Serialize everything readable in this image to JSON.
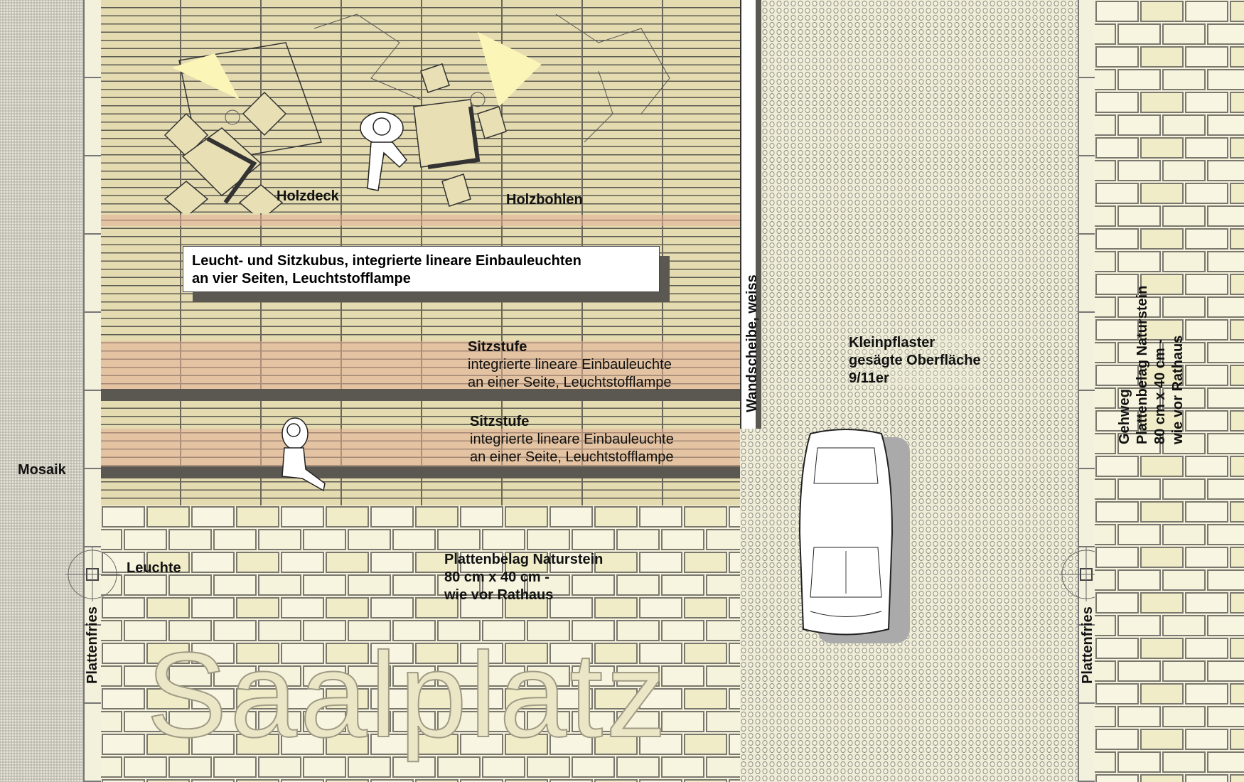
{
  "labels": {
    "holzdeck": "Holzdeck",
    "holzbohlen": "Holzbohlen",
    "callout_line1": "Leucht- und Sitzkubus, integrierte lineare Einbauleuchten",
    "callout_line2": "an vier Seiten, Leuchtstofflampe",
    "sitzstufe_title": "Sitzstufe",
    "sitzstufe_line1": "integrierte lineare Einbauleuchte",
    "sitzstufe_line2": "an einer Seite, Leuchtstofflampe",
    "wandscheibe": "Wandscheibe, weiss",
    "kleinpflaster_line1": "Kleinpflaster",
    "kleinpflaster_line2": "gesägte Oberfläche",
    "kleinpflaster_line3": " 9/11er",
    "gehweg_line1": "Gehweg",
    "gehweg_line2": "Plattenbelag Naturstein",
    "gehweg_line3": "80 cm x 40 cm -",
    "gehweg_line4": "wie vor Rathaus",
    "mosaik": "Mosaik",
    "leuchte": "Leuchte",
    "plattenfries": "Plattenfries",
    "plattenbelag_line1": "Plattenbelag Naturstein",
    "plattenbelag_line2": "80 cm x 40 cm -",
    "plattenbelag_line3": "wie vor Rathaus",
    "place_name": "Saalplatz"
  },
  "colors": {
    "deck": "#e4dbb0",
    "paving": "#f4f1da",
    "shadow": "#5b5852",
    "accent_pink": "#e1af96"
  }
}
